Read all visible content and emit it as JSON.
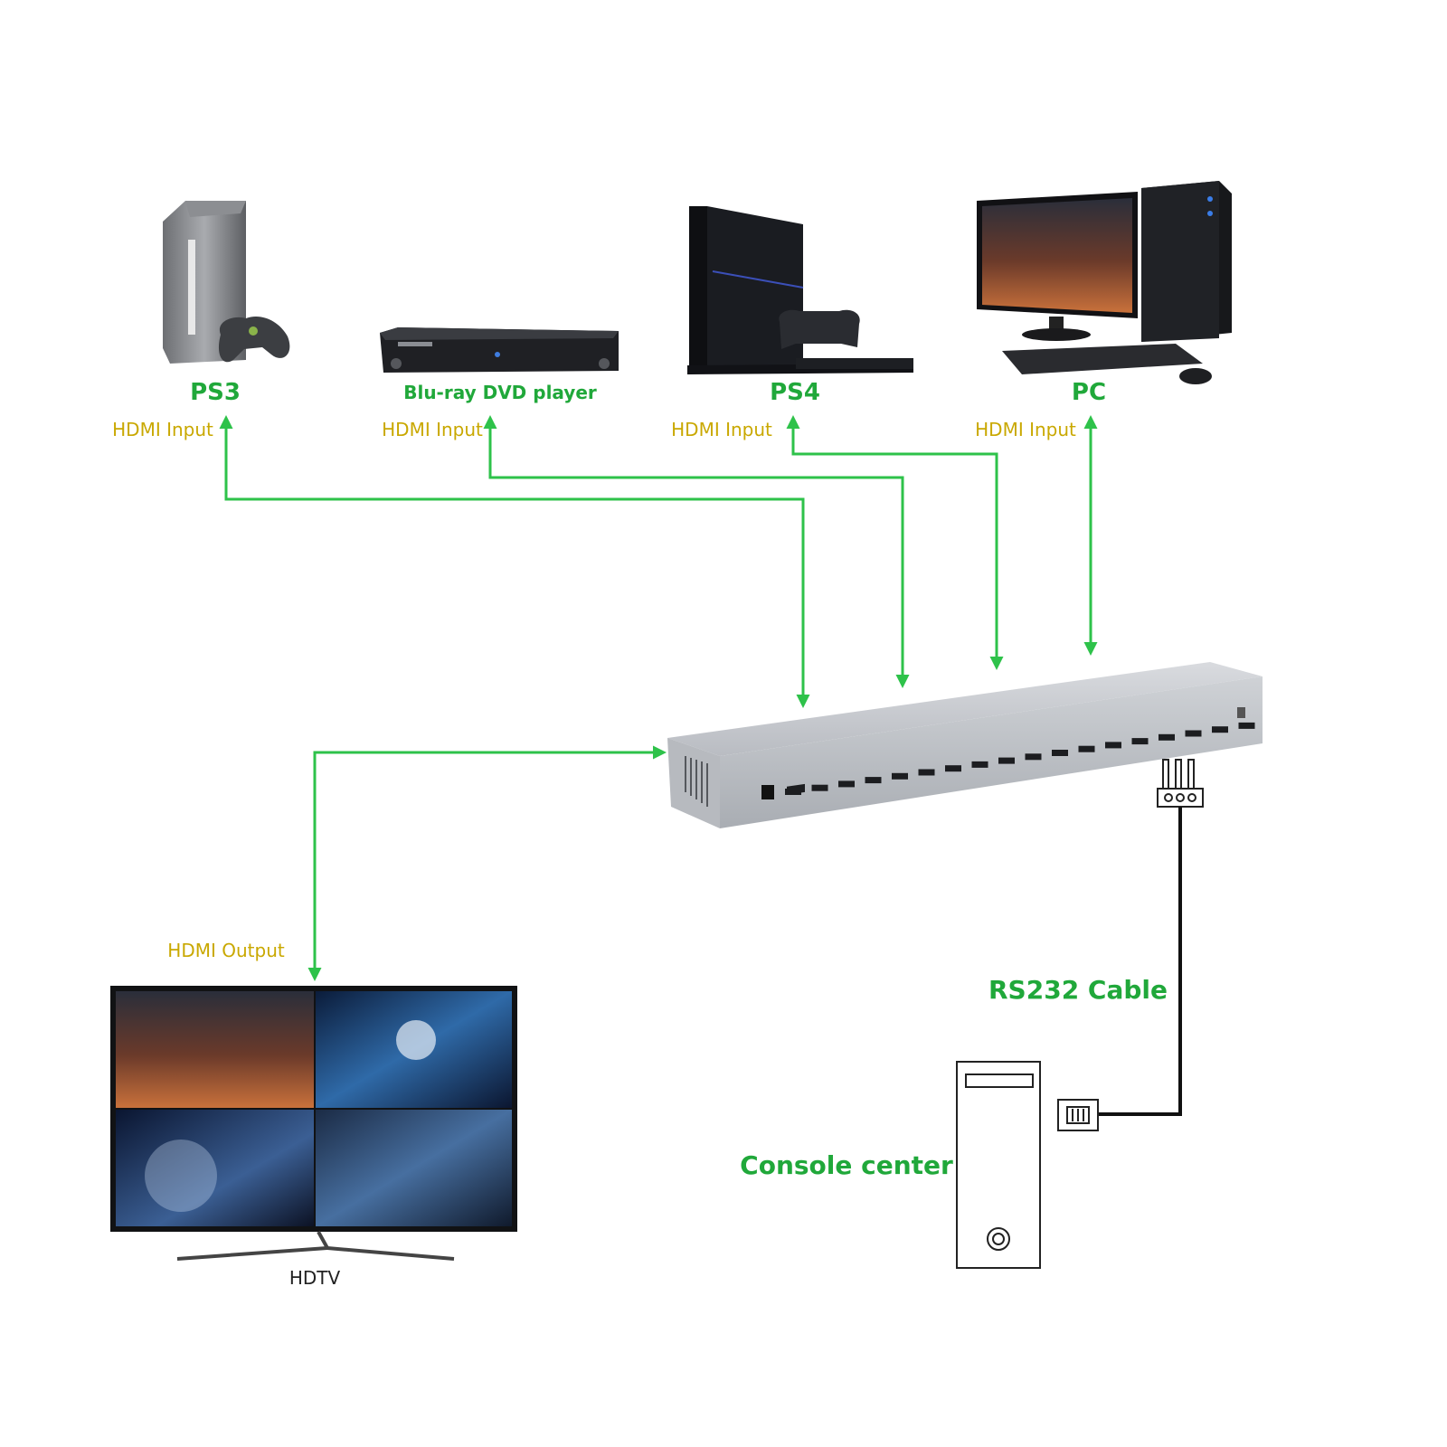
{
  "colors": {
    "wire_green": "#2ec24a",
    "label_green": "#20a83a",
    "label_yellow": "#c9a800",
    "matrix_body": "#c3c6cb",
    "background": "#ffffff"
  },
  "sources": [
    {
      "name": "PS3",
      "port_label": "HDMI Input",
      "icon": "game-console-icon"
    },
    {
      "name": "Blu-ray DVD player",
      "port_label": "HDMI Input",
      "icon": "bluray-player-icon"
    },
    {
      "name": "PS4",
      "port_label": "HDMI Input",
      "icon": "ps4-console-icon"
    },
    {
      "name": "PC",
      "port_label": "HDMI Input",
      "icon": "desktop-pc-icon"
    }
  ],
  "output": {
    "port_label": "HDMI Output",
    "display_name": "HDTV"
  },
  "control": {
    "cable_label": "RS232 Cable",
    "console_label": "Console center"
  }
}
